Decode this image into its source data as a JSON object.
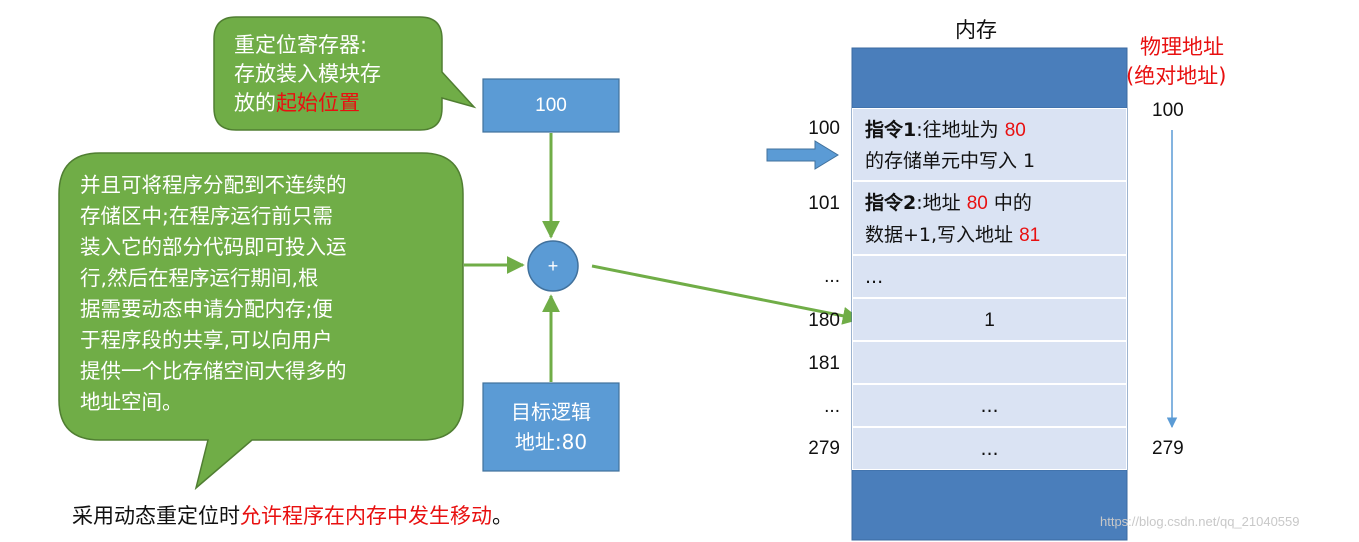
{
  "callout_top": {
    "line1": "重定位寄存器:",
    "line2": "存放装入模块存",
    "line3_prefix": "放的",
    "line3_highlight": "起始位置"
  },
  "callout_left": {
    "lines": [
      "并且可将程序分配到不连续的",
      "存储区中;在程序运行前只需",
      "装入它的部分代码即可投入运",
      "行,然后在程序运行期间,根",
      "据需要动态申请分配内存;便",
      "于程序段的共享,可以向用户",
      "提供一个比存储空间大得多的",
      "地址空间。"
    ]
  },
  "relocation_register": {
    "value": "100"
  },
  "adder": {
    "symbol": "+"
  },
  "logical_address": {
    "line1": "目标逻辑",
    "line2": "地址:80"
  },
  "memory": {
    "title": "内存",
    "instr1": {
      "bold": "指令1",
      "colon": ":往地址为 ",
      "addr": "80",
      "line2": "的存储单元中写入 1"
    },
    "instr2": {
      "bold": "指令2",
      "colon": ":地址 ",
      "addr": "80",
      "rest": " 中的",
      "line2_prefix": "数据+1,写入地址 ",
      "line2_addr": "81"
    },
    "cell_ellipsis_1": "...",
    "cell_value_180": "1",
    "cell_ellipsis_2": "...",
    "cell_ellipsis_3": "..."
  },
  "addresses": {
    "a100": "100",
    "a101": "101",
    "a_dots1": "...",
    "a180": "180",
    "a181": "181",
    "a_dots2": "...",
    "a279": "279"
  },
  "physical_address": {
    "title1": "物理地址",
    "title2": "(绝对地址)",
    "start": "100",
    "end": "279"
  },
  "footer": {
    "prefix": "采用动态重定位时",
    "highlight": "允许程序在内存中发生移动",
    "suffix": "。"
  },
  "watermark": "https://blog.csdn.net/qq_21040559",
  "colors": {
    "callout_green": "#70ad47",
    "callout_border": "#507e32",
    "box_blue": "#5b9bd5",
    "box_border": "#41719c",
    "memory_band": "#4a7ebb",
    "cell_fill": "#dae3f3",
    "arrow_green": "#70ad47",
    "highlight_red": "#e81010"
  }
}
